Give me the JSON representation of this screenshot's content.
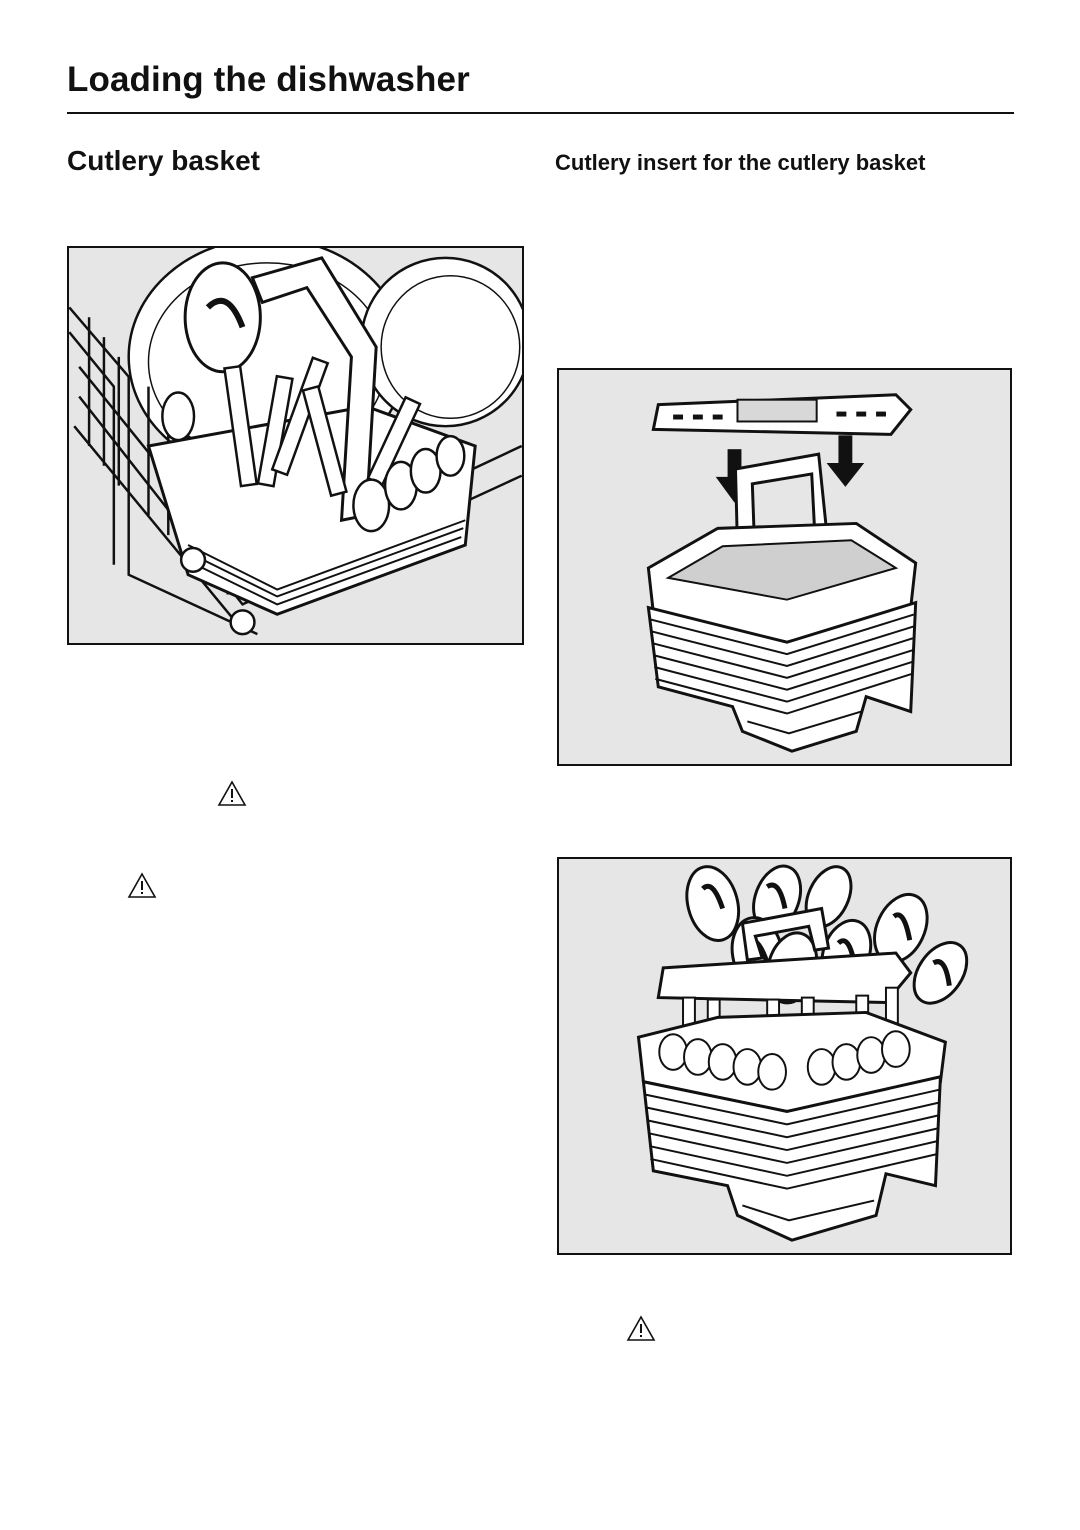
{
  "page": {
    "title": "Loading the dishwasher"
  },
  "left_column": {
    "heading": "Cutlery basket",
    "figure": "cutlery-basket-in-rack-illustration"
  },
  "right_column": {
    "heading": "Cutlery insert for the cutlery basket",
    "figures": [
      "cutlery-insert-fitting-illustration",
      "cutlery-insert-loaded-illustration"
    ]
  },
  "icons": [
    "warning-triangle-icon"
  ]
}
